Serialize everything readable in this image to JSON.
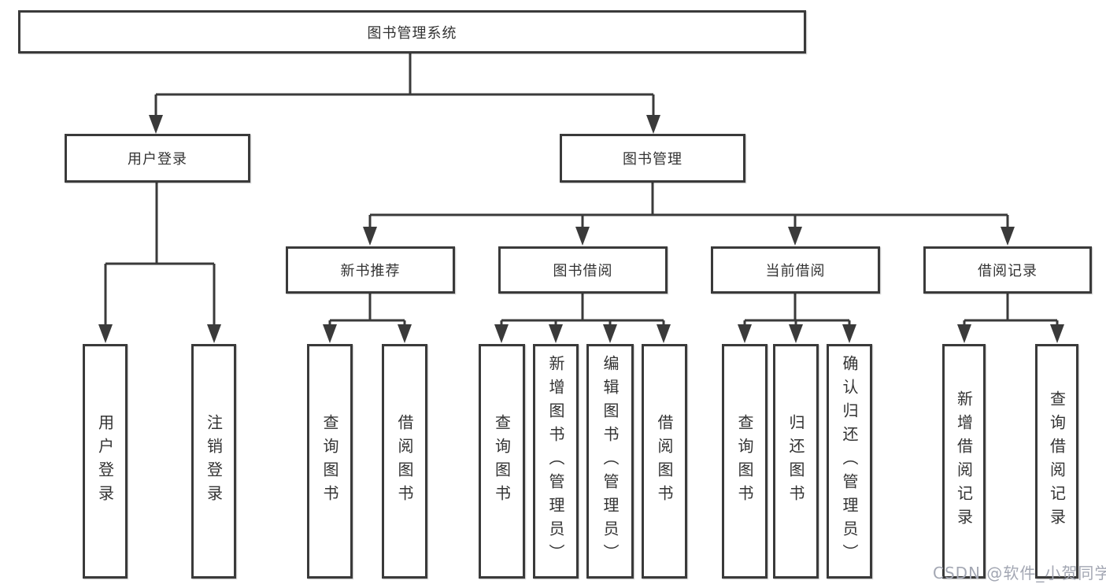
{
  "tree": {
    "root": {
      "label": "图书管理系统"
    },
    "branches": [
      {
        "label": "用户登录",
        "children": [
          {
            "label": "用户登录"
          },
          {
            "label": "注销登录"
          }
        ]
      },
      {
        "label": "图书管理",
        "groups": [
          {
            "label": "新书推荐",
            "children": [
              {
                "label": "查询图书"
              },
              {
                "label": "借阅图书"
              }
            ]
          },
          {
            "label": "图书借阅",
            "children": [
              {
                "label": "查询图书"
              },
              {
                "label": "新增图书（管理员）"
              },
              {
                "label": "编辑图书（管理员）"
              },
              {
                "label": "借阅图书"
              }
            ]
          },
          {
            "label": "当前借阅",
            "children": [
              {
                "label": "查询图书"
              },
              {
                "label": "归还图书"
              },
              {
                "label": "确认归还（管理员）"
              }
            ]
          },
          {
            "label": "借阅记录",
            "children": [
              {
                "label": "新增借阅记录"
              },
              {
                "label": "查询借阅记录"
              }
            ]
          }
        ]
      }
    ]
  },
  "watermark": {
    "text": "CSDN @软件_小贺同学"
  },
  "colors": {
    "line": "#3a3a3a",
    "text": "#333333",
    "watermark": "#a3a7b3",
    "background": "#ffffff"
  }
}
